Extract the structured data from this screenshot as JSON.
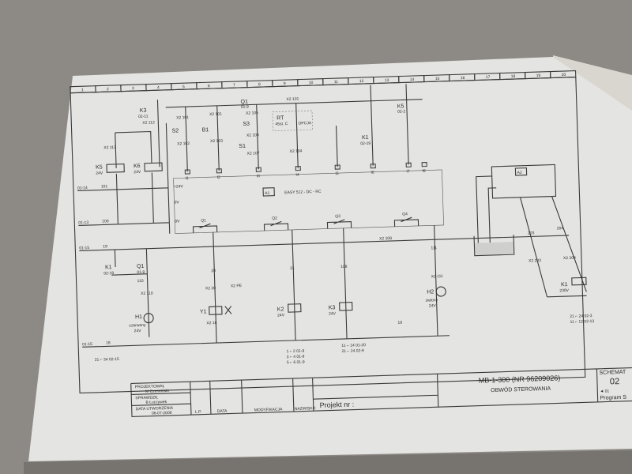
{
  "sheet": {
    "columns": [
      "1",
      "2",
      "3",
      "4",
      "5",
      "6",
      "7",
      "8",
      "9",
      "10",
      "11",
      "12",
      "13",
      "14",
      "15",
      "16",
      "17",
      "18",
      "19",
      "20"
    ],
    "controller": {
      "id": "A1",
      "model": "EASY 512 - DC - RC"
    },
    "level_relay": "A2",
    "supply": {
      "plus": "+24V",
      "zero1": "0V",
      "zero2": "0V"
    },
    "refs": {
      "r1": "01-14",
      "r2": "01-13",
      "r3": "01-15",
      "r4": "01-15"
    },
    "wires": {
      "w101": "101",
      "w100": "100",
      "w19": "19",
      "w18": "18",
      "w18b": "18",
      "w110": "110",
      "w20": "20",
      "w21": "21",
      "w108": "108",
      "w111": "111",
      "w203": "203",
      "w204": "204"
    },
    "components": {
      "K5": {
        "name": "K5",
        "voltage": "24V",
        "terminal": "X2 113"
      },
      "K6": {
        "name": "K6",
        "voltage": "24V"
      },
      "K3c": {
        "name": "K3",
        "ref": "02-11",
        "terminal": "X2 112"
      },
      "S2": {
        "name": "S2",
        "terminal_top": "X2 101",
        "terminal_bottom": "X2 102"
      },
      "B1": {
        "name": "B1",
        "terminal_top": "X2 101",
        "terminal_bottom": "X2 103"
      },
      "Q1c": {
        "name": "Q1",
        "ref": "01-9",
        "terminal": "X2 105"
      },
      "S3": {
        "name": "S3",
        "terminal": "X2 106"
      },
      "S1": {
        "name": "S1",
        "terminal": "X2 107"
      },
      "RT": {
        "name": "RT",
        "desc": "45st. C",
        "option": "OPCJA",
        "terminal_top": "X2 101",
        "terminal_bottom": "X2 104"
      },
      "K1c": {
        "name": "K1",
        "ref": "02-19"
      },
      "K5c": {
        "name": "K5",
        "ref": "02-2"
      },
      "inputs": [
        "I1",
        "I2",
        "I3",
        "I4",
        "I5",
        "I6",
        "I7",
        "I8"
      ],
      "outputs": [
        "Q1",
        "Q2",
        "Q3",
        "Q4"
      ],
      "K1b": {
        "name": "K1",
        "ref": "02-19"
      },
      "Q1b": {
        "name": "Q1",
        "ref": "01-9"
      },
      "H1": {
        "name": "H1",
        "color": "czerwony",
        "voltage": "24V",
        "terminal": "X2 110"
      },
      "Y1": {
        "name": "Y1",
        "terminal_top": "X2 20",
        "terminal_bottom": "X2 18",
        "pe": "X2 PE"
      },
      "K2": {
        "name": "K2",
        "voltage": "24V"
      },
      "K3": {
        "name": "K3",
        "voltage": "24V",
        "terminal": "X2 108"
      },
      "H2": {
        "name": "H2",
        "color": "zielony",
        "voltage": "24V",
        "terminal": "X2 111"
      },
      "K1": {
        "name": "K1",
        "voltage": "230V",
        "t1": "X2 203",
        "t2": "X2 204"
      }
    },
    "cross_refs": {
      "left": "31 ⌐ 34 02-15",
      "k2": [
        "1 ⌐ 2  01-9",
        "3 ⌐ 4  01-9",
        "5 ⌐ 6  01-9"
      ],
      "k3": [
        "11 ⌐ 14  01-20",
        "21 ⌐ 24  02-9"
      ],
      "k1": [
        "21 ⌐ 24  02-3",
        "11 ⌐ 12  02-13"
      ]
    }
  },
  "title_block": {
    "designer_label": "PROJEKTOWAŁ",
    "designer": "M Czerwiński",
    "checker_label": "SPRAWDZIŁ",
    "checker": "B Łuczywek",
    "date_label": "DATA UTWORZENIA",
    "date": "06-07-2009",
    "col_lp": "L.P.",
    "col_data": "DATA",
    "col_mod": "MODYFIKACJA",
    "col_sign": "NAZWISKO",
    "project_label": "Projekt nr :",
    "title": "MB-1-300 (NR 96209026)",
    "subtitle": "OBWÓD STEROWANIA",
    "schema_label": "SCHEMAT",
    "schema_no": "02",
    "prev": "◄ 01",
    "program": "Program S"
  }
}
